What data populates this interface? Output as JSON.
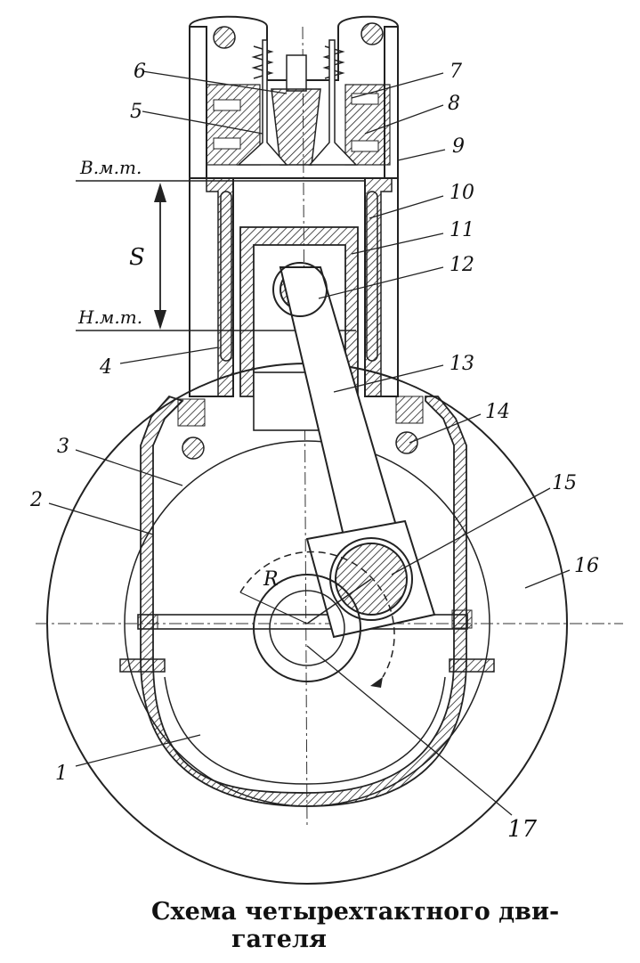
{
  "labels": {
    "p1": "1",
    "p2": "2",
    "p3": "3",
    "p4": "4",
    "p5": "5",
    "p6": "6",
    "p7": "7",
    "p8": "8",
    "p9": "9",
    "p10": "10",
    "p11": "11",
    "p12": "12",
    "p13": "13",
    "p14": "14",
    "p15": "15",
    "p16": "16",
    "p17": "17"
  },
  "marks": {
    "tdc": "В.м.т.",
    "bdc": "Н.м.т.",
    "stroke": "S",
    "radius": "R"
  },
  "caption": {
    "line1": "Схема  четырехтактного  дви-",
    "line2": "гателя"
  }
}
